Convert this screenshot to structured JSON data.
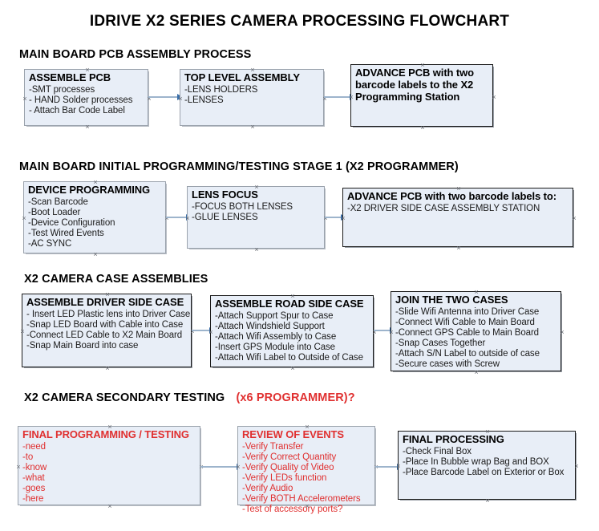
{
  "title": "IDRIVE X2  SERIES CAMERA PROCESSING FLOWCHART",
  "colors": {
    "box_fill": "#e8eef7",
    "box_border_gray": "#9aa2ac",
    "box_border_black": "#1a1a1a",
    "connector": "#9db4cc",
    "arrow": "#3a6ea8",
    "red_text": "#e03030",
    "black_text": "#000000"
  },
  "sections": [
    {
      "id": "sec1",
      "label": "MAIN BOARD PCB ASSEMBLY PROCESS"
    },
    {
      "id": "sec2",
      "label": "MAIN BOARD INITIAL PROGRAMMING/TESTING STAGE 1 (X2 PROGRAMMER)"
    },
    {
      "id": "sec3",
      "label": "X2 CAMERA CASE ASSEMBLIES"
    },
    {
      "id": "sec4",
      "label": "X2 CAMERA SECONDARY TESTING",
      "label_red": "(x6 PROGRAMMER)?"
    }
  ],
  "boxes": [
    {
      "id": "assemble-pcb",
      "header": "ASSEMBLE PCB",
      "items": [
        "-SMT processes",
        "- HAND Solder processes",
        "- Attach Bar Code Label"
      ]
    },
    {
      "id": "top-level-assembly",
      "header": "TOP LEVEL ASSEMBLY",
      "items": [
        "-LENS HOLDERS",
        "-LENSES"
      ]
    },
    {
      "id": "advance-pcb-programming-station",
      "header": "ADVANCE PCB with two barcode labels to the  X2 Programming Station",
      "items": []
    },
    {
      "id": "device-programming",
      "header": "DEVICE PROGRAMMING",
      "items": [
        "-Scan Barcode",
        "-Boot Loader",
        "-Device Configuration",
        "-Test Wired Events",
        "-AC SYNC"
      ]
    },
    {
      "id": "lens-focus",
      "header": "LENS FOCUS",
      "items": [
        "-FOCUS BOTH LENSES",
        "-GLUE LENSES"
      ]
    },
    {
      "id": "advance-pcb-driver-side",
      "header": "ADVANCE PCB with two barcode labels to:",
      "items": [
        "-X2 DRIVER  SIDE  CASE  ASSEMBLY STATION"
      ]
    },
    {
      "id": "assemble-driver-side-case",
      "header": "ASSEMBLE DRIVER SIDE CASE",
      "items": [
        "- Insert LED Plastic lens into Driver Case",
        "-Snap LED Board with Cable into Case",
        "-Connect LED Cable to X2 Main Board",
        "-Snap Main Board into case"
      ]
    },
    {
      "id": "assemble-road-side-case",
      "header": "ASSEMBLE ROAD SIDE CASE",
      "items": [
        "-Attach Support Spur to Case",
        "-Attach Windshield Support",
        "-Attach Wifi Assembly to Case",
        "-Insert GPS Module into Case",
        "-Attach Wifi Label to Outside of Case"
      ]
    },
    {
      "id": "join-the-two-cases",
      "header": "JOIN THE TWO CASES",
      "items": [
        "-Slide Wifi Antenna into Driver Case",
        "-Connect Wifi Cable to Main Board",
        "-Connect GPS Cable to Main Board",
        "-Snap Cases Together",
        "-Attach S/N Label to outside of case",
        "-Secure cases with Screw"
      ]
    },
    {
      "id": "final-programming-testing",
      "header": "FINAL PROGRAMMING / TESTING",
      "items": [
        "-need",
        "-to",
        "-know",
        "-what",
        "-goes",
        "-here"
      ]
    },
    {
      "id": "review-of-events",
      "header": "REVIEW OF EVENTS",
      "items": [
        "-Verify Transfer",
        "-Verify Correct Quantity",
        "-Verify Quality of Video",
        "-Verify LEDs function",
        "-Verify Audio",
        "-Verify BOTH Accelerometers"
      ],
      "overflow_item": "-Test of accessory ports?"
    },
    {
      "id": "final-processing",
      "header": "FINAL PROCESSING",
      "items": [
        " -Check Final Box",
        "-Place In Bubble wrap Bag and BOX",
        "-Place Barcode Label on Exterior or Box"
      ]
    }
  ]
}
